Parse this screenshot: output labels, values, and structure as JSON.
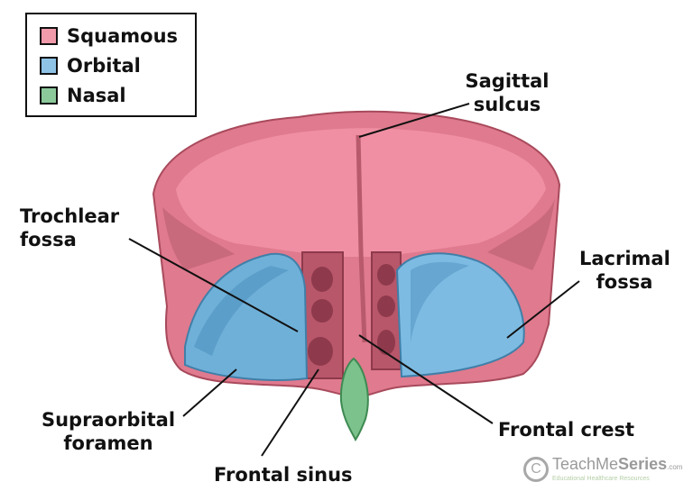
{
  "legend": {
    "items": [
      {
        "label": "Squamous",
        "color": "#f19aaa"
      },
      {
        "label": "Orbital",
        "color": "#8ec3e6"
      },
      {
        "label": "Nasal",
        "color": "#8cc99a"
      }
    ]
  },
  "labels": {
    "sagittal_sulcus": [
      "Sagittal",
      "sulcus"
    ],
    "trochlear_fossa": [
      "Trochlear",
      "fossa"
    ],
    "lacrimal_fossa": [
      "Lacrimal",
      "fossa"
    ],
    "supraorbital_foramen": [
      "Supraorbital",
      "foramen"
    ],
    "frontal_sinus": "Frontal sinus",
    "frontal_crest": "Frontal crest"
  },
  "watermark": {
    "name_light": "TeachMe",
    "name_bold": "Series",
    "suffix": ".com",
    "tagline": "Educational Healthcare Resources"
  }
}
